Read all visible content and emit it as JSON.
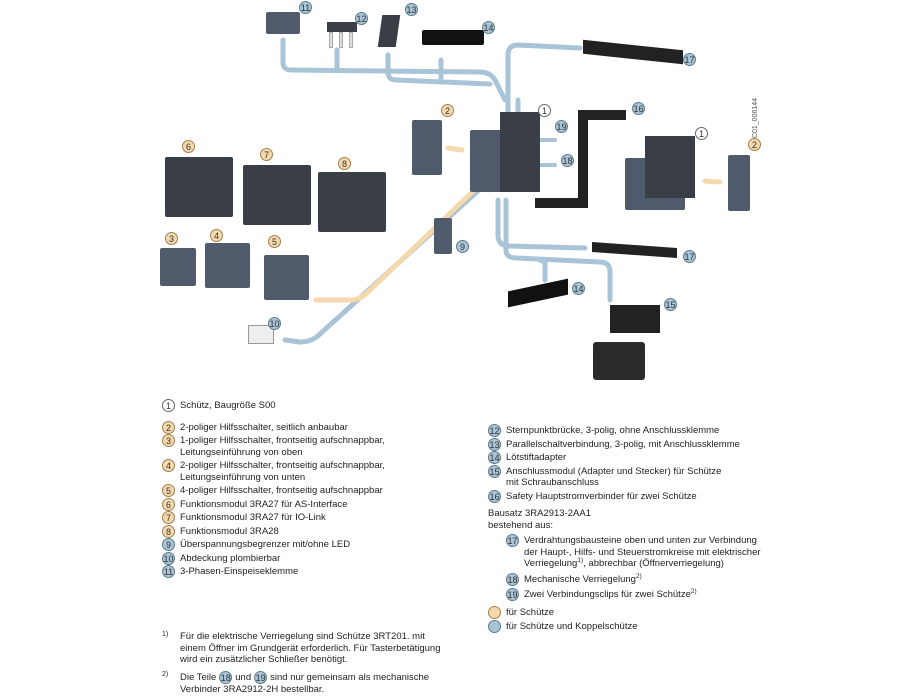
{
  "diagram": {
    "watermark": "IC01_006144",
    "callouts": [
      {
        "id": "1",
        "label": "1",
        "color": "white"
      },
      {
        "id": "1b",
        "label": "1",
        "color": "white"
      },
      {
        "id": "2",
        "label": "2",
        "color": "orange"
      },
      {
        "id": "2b",
        "label": "2",
        "color": "orange"
      },
      {
        "id": "3",
        "label": "3",
        "color": "orange"
      },
      {
        "id": "4",
        "label": "4",
        "color": "orange"
      },
      {
        "id": "5",
        "label": "5",
        "color": "orange"
      },
      {
        "id": "6",
        "label": "6",
        "color": "orange"
      },
      {
        "id": "7",
        "label": "7",
        "color": "orange"
      },
      {
        "id": "8",
        "label": "8",
        "color": "orange"
      },
      {
        "id": "9",
        "label": "9",
        "color": "blue"
      },
      {
        "id": "10",
        "label": "10",
        "color": "blue"
      },
      {
        "id": "11",
        "label": "11",
        "color": "blue"
      },
      {
        "id": "12",
        "label": "12",
        "color": "blue"
      },
      {
        "id": "13",
        "label": "13",
        "color": "blue"
      },
      {
        "id": "14",
        "label": "14",
        "color": "blue"
      },
      {
        "id": "14b",
        "label": "14",
        "color": "blue"
      },
      {
        "id": "15",
        "label": "15",
        "color": "blue"
      },
      {
        "id": "16",
        "label": "16",
        "color": "blue"
      },
      {
        "id": "17",
        "label": "17",
        "color": "blue"
      },
      {
        "id": "17b",
        "label": "17",
        "color": "blue"
      },
      {
        "id": "18",
        "label": "18",
        "color": "blue"
      },
      {
        "id": "19",
        "label": "19",
        "color": "blue"
      }
    ]
  },
  "legend_left": [
    {
      "num": "1",
      "color": "white",
      "text": "Schütz, Baugröße S00"
    },
    {
      "num": "2",
      "color": "orange",
      "text": "2-poliger Hilfsschalter, seitlich anbaubar"
    },
    {
      "num": "3",
      "color": "orange",
      "text": "1-poliger Hilfsschalter, frontseitig aufschnappbar,",
      "text2": "Leitungseinführung von oben"
    },
    {
      "num": "4",
      "color": "orange",
      "text": "2-poliger Hilfsschalter, frontseitig aufschnappbar,",
      "text2": "Leitungseinführung von unten"
    },
    {
      "num": "5",
      "color": "orange",
      "text": "4-poliger Hilfsschalter, frontseitig aufschnappbar"
    },
    {
      "num": "6",
      "color": "orange",
      "text": "Funktionsmodul 3RA27 für AS-Interface"
    },
    {
      "num": "7",
      "color": "orange",
      "text": "Funktionsmodul 3RA27 für IO-Link"
    },
    {
      "num": "8",
      "color": "orange",
      "text": "Funktionsmodul 3RA28"
    },
    {
      "num": "9",
      "color": "blue",
      "text": "Überspannungsbegrenzer mit/ohne LED"
    },
    {
      "num": "10",
      "color": "blue",
      "text": "Abdeckung plombierbar"
    },
    {
      "num": "11",
      "color": "blue",
      "text": "3-Phasen-Einspeiseklemme"
    }
  ],
  "legend_right": [
    {
      "num": "12",
      "color": "blue",
      "text": "Sternpunktbrücke, 3-polig, ohne Anschlussklemme"
    },
    {
      "num": "13",
      "color": "blue",
      "text": "Parallelschaltverbindung, 3-polig, mit Anschlussklemme"
    },
    {
      "num": "14",
      "color": "blue",
      "text": "Lötstiftadapter"
    },
    {
      "num": "15",
      "color": "blue",
      "text": "Anschlussmodul (Adapter und Stecker) für Schütze",
      "text2": "mit Schraubanschluss"
    },
    {
      "num": "16",
      "color": "blue",
      "text": "Safety Hauptstromverbinder für zwei Schütze"
    }
  ],
  "kit": {
    "title": "Bausatz 3RA2913-2AA1",
    "subtitle": "bestehend aus:",
    "items": [
      {
        "num": "17",
        "text": "Verdrahtungsbausteine oben und unten zur Verbindung",
        "text2": "der Haupt-, Hilfs- und Steuerstromkreise mit elektrischer",
        "text3a": "Verriegelung",
        "sup3": "1)",
        "text3b": ", abbrechbar (Öffnerverriegelung)"
      },
      {
        "num": "18",
        "text": "Mechanische Verriegelung",
        "sup": "2)"
      },
      {
        "num": "19",
        "text": "Zwei Verbindungsclips für zwei Schütze",
        "sup": "2)"
      }
    ]
  },
  "color_key": [
    {
      "color": "orange",
      "text": "für Schütze"
    },
    {
      "color": "blue",
      "text": "für Schütze und Koppelschütze"
    }
  ],
  "colors": {
    "orange": "#f5d9ad",
    "blue": "#a9c4d6",
    "white": "#ffffff"
  },
  "footnotes": {
    "f1_mark": "1)",
    "f1_lines": [
      "Für die elektrische Verriegelung sind Schütze 3RT201. mit",
      "einem Öffner im Grundgerät erforderlich. Für Tasterbetätigung",
      "wird ein zusätzlicher Schließer benötigt."
    ],
    "f2_mark": "2)",
    "f2_a": "Die Teile",
    "f2_n1": "18",
    "f2_mid": "und",
    "f2_n2": "19",
    "f2_b": "sind nur gemeinsam als mechanische",
    "f2_line2": "Verbinder 3RA2912-2H bestellbar."
  }
}
